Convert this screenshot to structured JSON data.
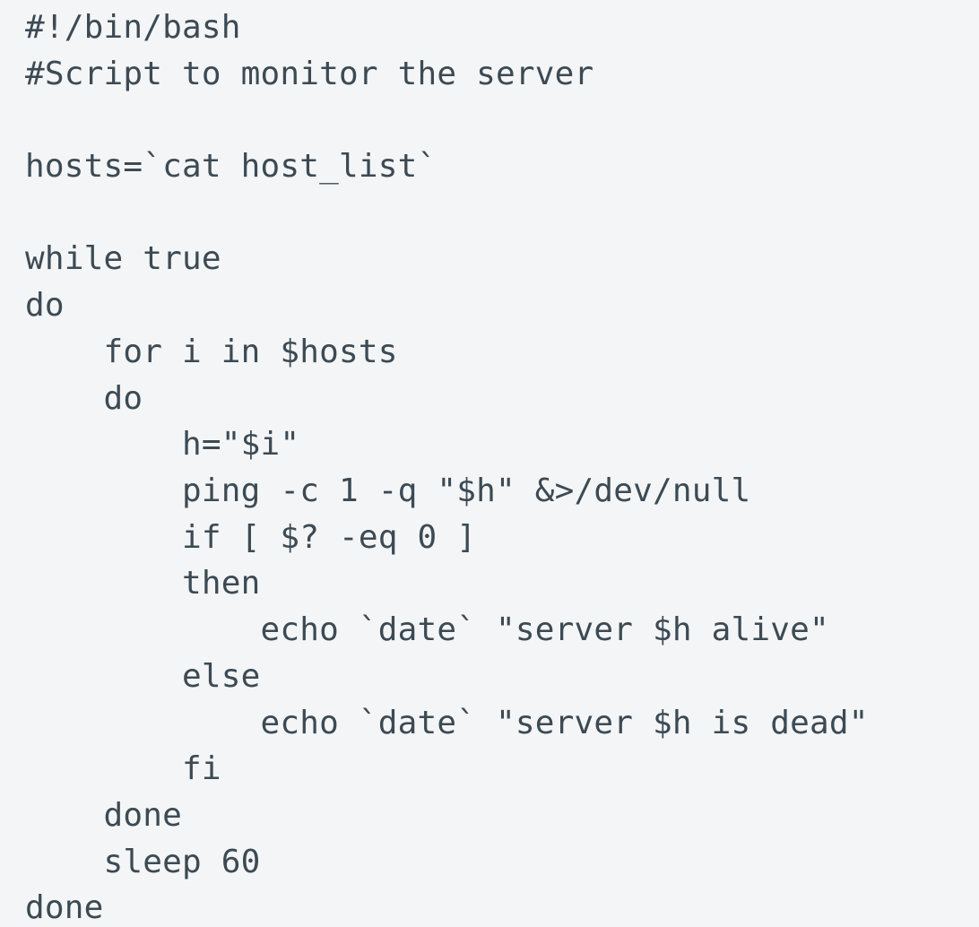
{
  "meta": {
    "content_type": "bash-script",
    "background_color": "#F4F5F6",
    "text_color": "#3C4A54"
  },
  "code": {
    "language": "bash",
    "lines": [
      "#!/bin/bash",
      "#Script to monitor the server",
      "",
      "hosts=`cat host_list`",
      "",
      "while true",
      "do",
      "    for i in $hosts",
      "    do",
      "        h=\"$i\"",
      "        ping -c 1 -q \"$h\" &>/dev/null",
      "        if [ $? -eq 0 ]",
      "        then",
      "            echo `date` \"server $h alive\"",
      "        else",
      "            echo `date` \"server $h is dead\"",
      "        fi",
      "    done",
      "    sleep 60",
      "done"
    ]
  }
}
